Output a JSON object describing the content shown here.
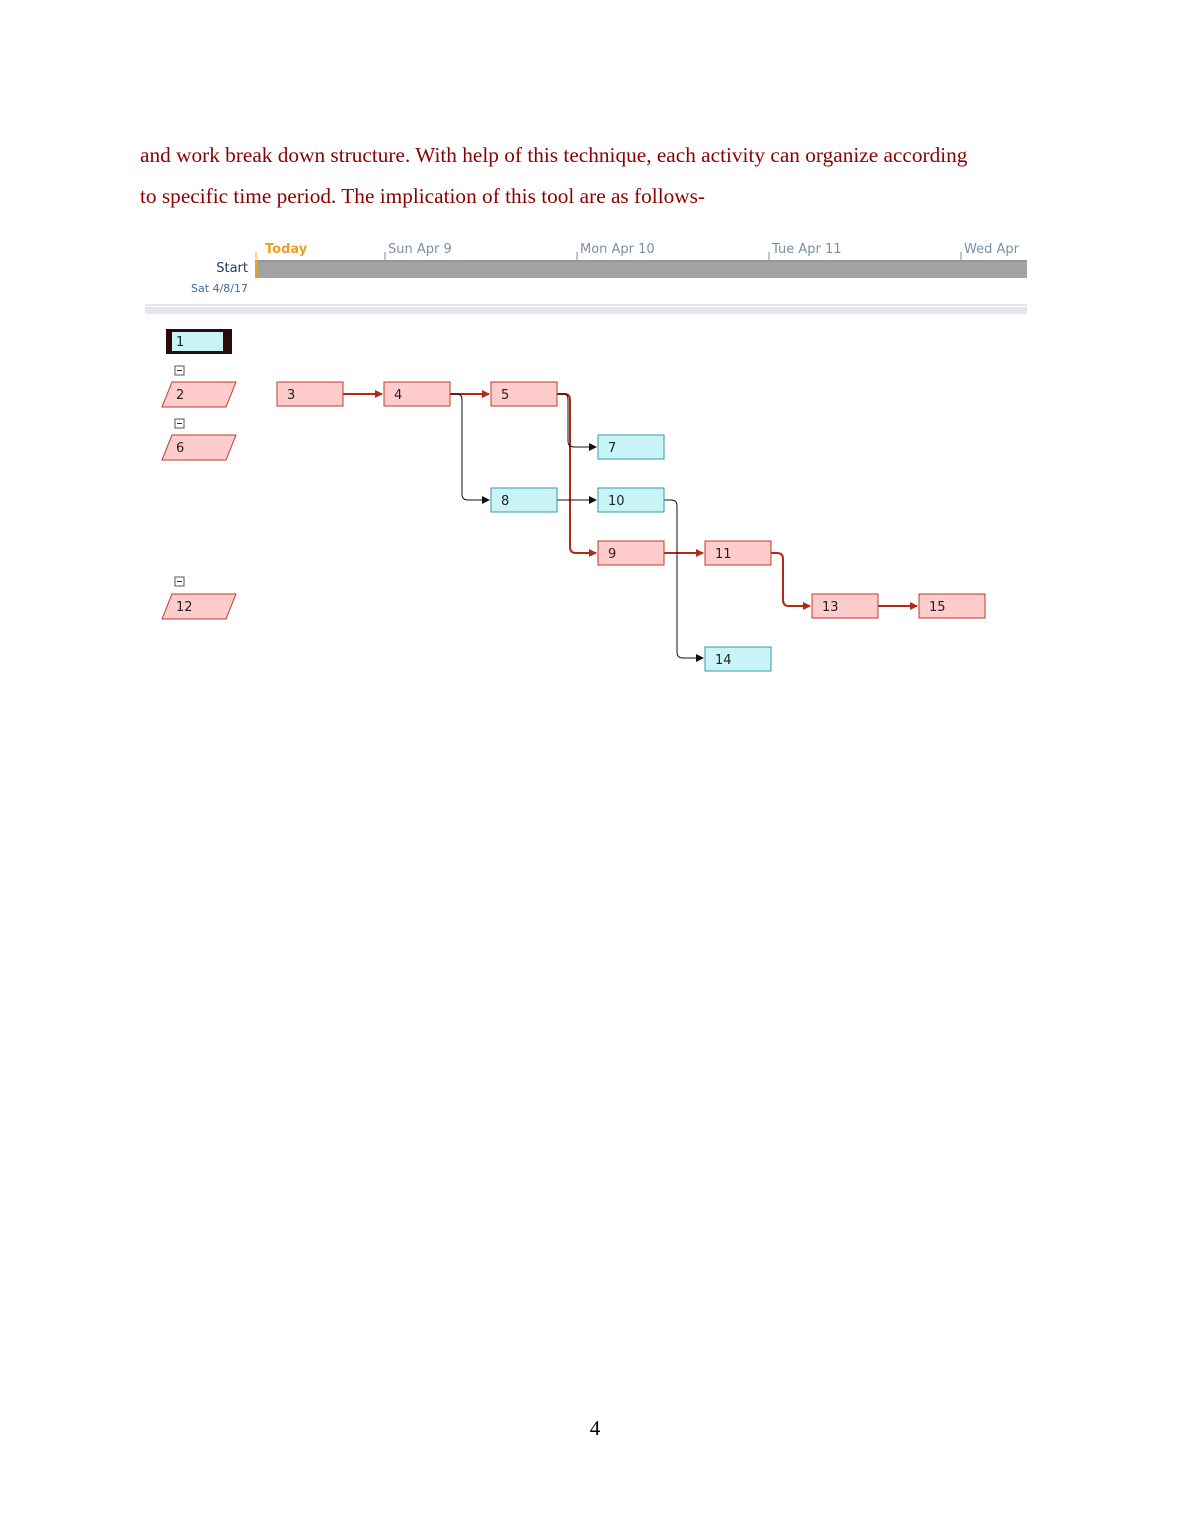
{
  "body_text": {
    "line1": "and work break down structure. With help of this technique, each activity can organize according",
    "line2": "to specific time period. The implication of this tool are as follows-"
  },
  "timeline": {
    "today_label": "Today",
    "start_label": "Start",
    "start_date": "Sat 4/8/17",
    "dates": [
      "Sun Apr 9",
      "Mon Apr 10",
      "Tue Apr 11",
      "Wed Apr"
    ]
  },
  "network": {
    "colors": {
      "critical_fill": "#ffcccc",
      "critical_stroke": "#c0392b",
      "critical_link": "#b22a14",
      "normal_fill": "#c8f4f8",
      "normal_stroke": "#3a9aa6",
      "normal_link": "#111111",
      "selected_border": "#2b0a0a"
    },
    "summary_nodes": [
      "2",
      "6",
      "12"
    ],
    "task_nodes": [
      {
        "id": "1",
        "kind": "selected"
      },
      {
        "id": "3",
        "kind": "critical"
      },
      {
        "id": "4",
        "kind": "critical"
      },
      {
        "id": "5",
        "kind": "critical"
      },
      {
        "id": "7",
        "kind": "normal"
      },
      {
        "id": "8",
        "kind": "normal"
      },
      {
        "id": "10",
        "kind": "normal"
      },
      {
        "id": "9",
        "kind": "critical"
      },
      {
        "id": "11",
        "kind": "critical"
      },
      {
        "id": "13",
        "kind": "critical"
      },
      {
        "id": "15",
        "kind": "critical"
      },
      {
        "id": "14",
        "kind": "normal"
      }
    ]
  },
  "page_number": "4"
}
